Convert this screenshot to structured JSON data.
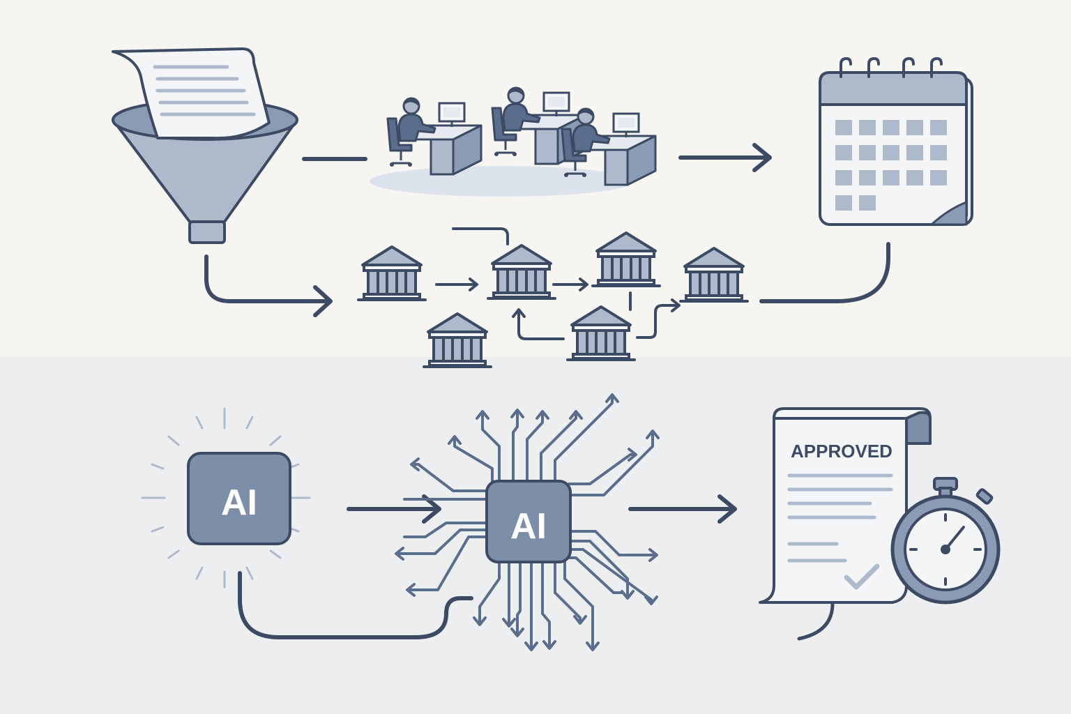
{
  "labels": {
    "ai_source": "AI",
    "ai_hub": "AI",
    "approved": "APPROVED"
  },
  "colors": {
    "top_band": "#f6f5f2",
    "bottom_band": "#eceef0",
    "ink": "#3d4a63",
    "fill_mid": "#8b9bb5",
    "fill_light": "#aebacc",
    "fill_pale": "#f4f5f7"
  },
  "icons": {
    "old_process": [
      "document-icon",
      "funnel-icon",
      "office-workers-icon",
      "calendar-icon",
      "bank-icon"
    ],
    "new_process": [
      "ai-chip-icon",
      "ai-network-hub-icon",
      "approved-document-icon",
      "stopwatch-icon",
      "checkmark-icon"
    ]
  }
}
